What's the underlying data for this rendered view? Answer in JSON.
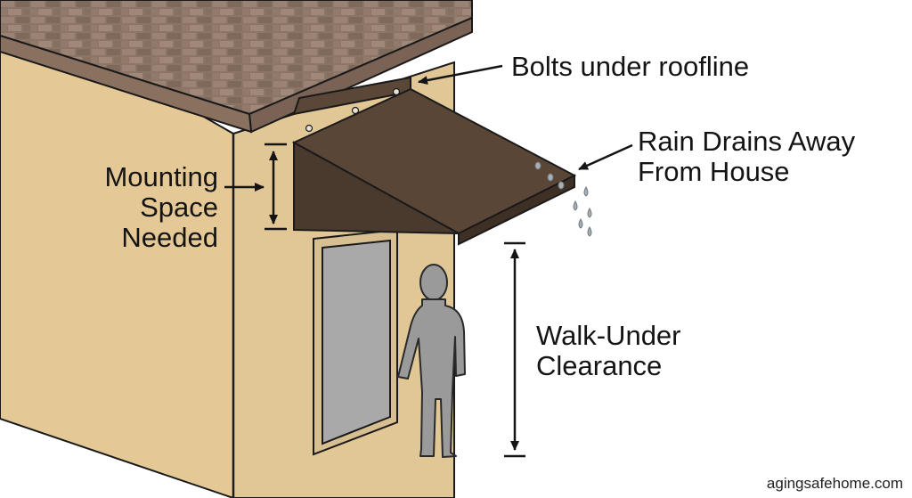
{
  "labels": {
    "bolts": "Bolts under roofline",
    "rain_line1": "Rain Drains Away",
    "rain_line2": "From House",
    "mounting_line1": "Mounting",
    "mounting_line2": "Space",
    "mounting_line3": "Needed",
    "walk_line1": "Walk-Under",
    "walk_line2": "Clearance"
  },
  "watermark": "agingsafehome.com",
  "colors": {
    "wall": "#e4c895",
    "wall_side": "#c9ac7e",
    "roof": "#8c7566",
    "roof_edge": "#7a6355",
    "awning_top": "#5a4637",
    "awning_side": "#4a3a2d",
    "door": "#a9a9a9",
    "door_frame": "#d8bf91",
    "person": "#9a9a9a",
    "water": "#a8b0b5",
    "outline": "#1a1a1a"
  },
  "icons": {
    "arrow": "line-arrow-icon",
    "double_arrow": "double-headed-arrow-icon"
  }
}
